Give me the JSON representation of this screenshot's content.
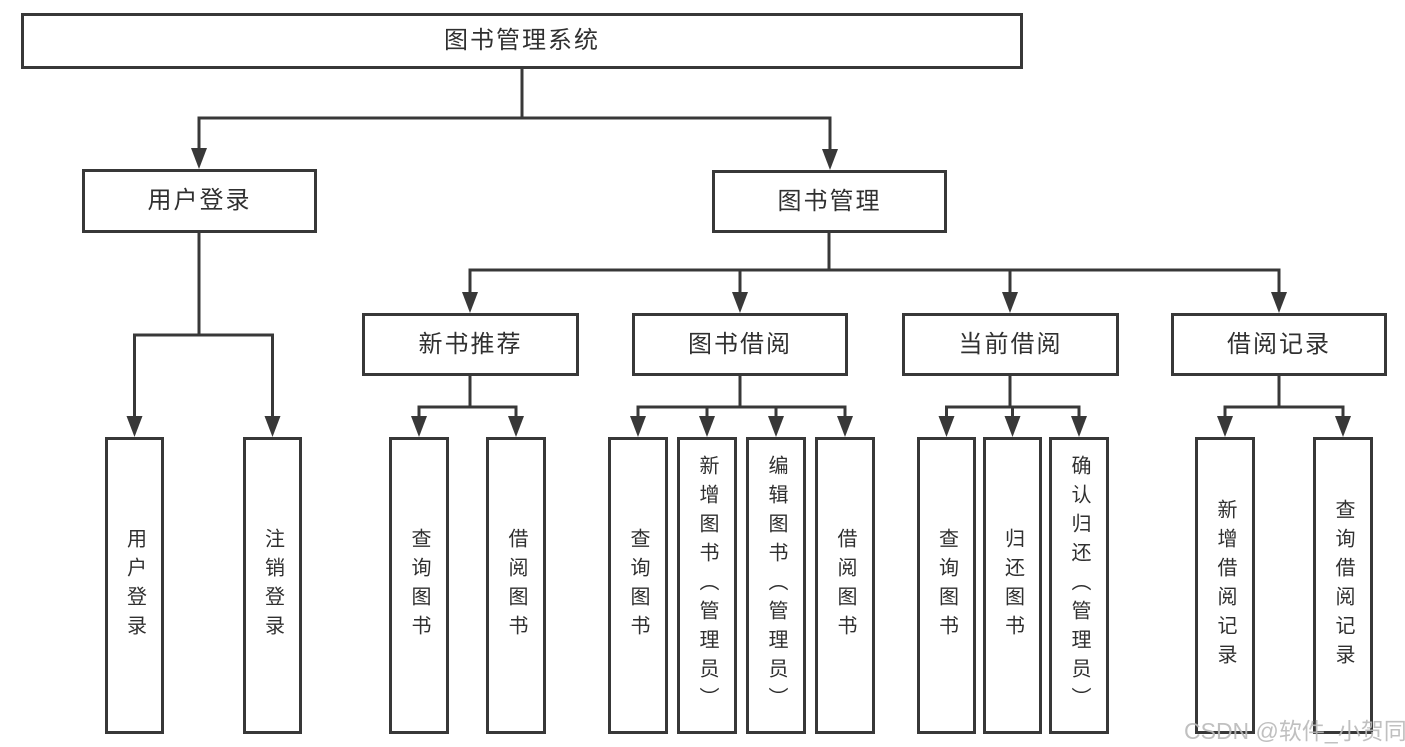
{
  "root": {
    "label": "图书管理系统"
  },
  "branches": [
    {
      "label": "用户登录",
      "children": [
        {
          "label": "用户登录"
        },
        {
          "label": "注销登录"
        }
      ]
    },
    {
      "label": "图书管理",
      "groups": [
        {
          "label": "新书推荐",
          "children": [
            {
              "label": "查询图书"
            },
            {
              "label": "借阅图书"
            }
          ]
        },
        {
          "label": "图书借阅",
          "children": [
            {
              "label": "查询图书"
            },
            {
              "label": "新增图书（管理员）"
            },
            {
              "label": "编辑图书（管理员）"
            },
            {
              "label": "借阅图书"
            }
          ]
        },
        {
          "label": "当前借阅",
          "children": [
            {
              "label": "查询图书"
            },
            {
              "label": "归还图书"
            },
            {
              "label": "确认归还（管理员）"
            }
          ]
        },
        {
          "label": "借阅记录",
          "children": [
            {
              "label": "新增借阅记录"
            },
            {
              "label": "查询借阅记录"
            }
          ]
        }
      ]
    }
  ],
  "watermark": "CSDN @软件_小贺同学",
  "colors": {
    "line": "#383838",
    "text": "#303030",
    "box_background": "#ffffff",
    "watermark": "#b9b9b9",
    "background": "#ffffff"
  }
}
